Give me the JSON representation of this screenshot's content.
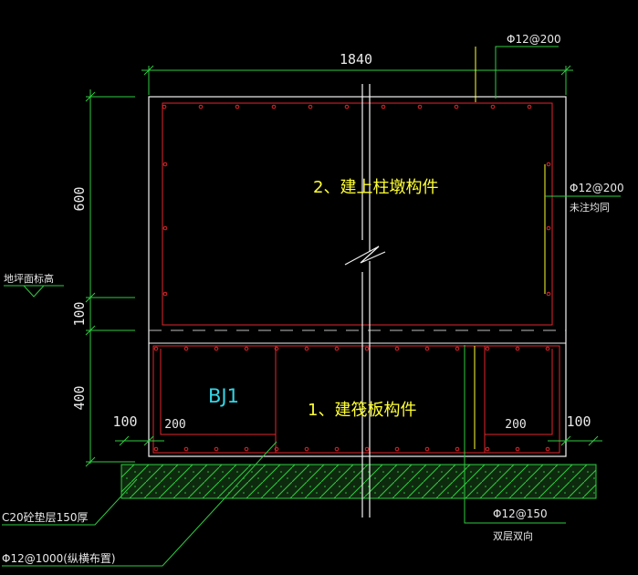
{
  "colors": {
    "background": "#000000",
    "outline": "#f2f2f2",
    "rebar": "#e0262b",
    "dimension": "#2ecc40",
    "leader": "#2ecc40",
    "label_yellow": "#ffff33",
    "label_cyan": "#33d6e6",
    "hatch_fill": "#0e2a0e",
    "hatch": "#2ecc40"
  },
  "dimensions": {
    "total_width": "1840",
    "pier_height": "600",
    "gap_height": "100",
    "raft_height": "400",
    "left_offset": "100",
    "right_offset": "100",
    "left_inner": "200",
    "right_inner": "200"
  },
  "labels": {
    "pier_title": "2、建上柱墩构件",
    "raft_title": "1、建筏板构件",
    "raft_id": "BJ1",
    "top_rebar": "Φ12@200",
    "side_rebar": "Φ12@200",
    "side_rebar_note": "未注均同",
    "bottom_rebar": "Φ12@150",
    "bottom_rebar_note": "双层双向",
    "floor_level": "地坪面标高",
    "cushion_layer": "C20砼垫层150厚",
    "bottom_bar": "Φ12@1000(纵横布置)"
  },
  "icons": {
    "break_line": "break-line-icon",
    "level_marker": "level-triangle-icon"
  }
}
